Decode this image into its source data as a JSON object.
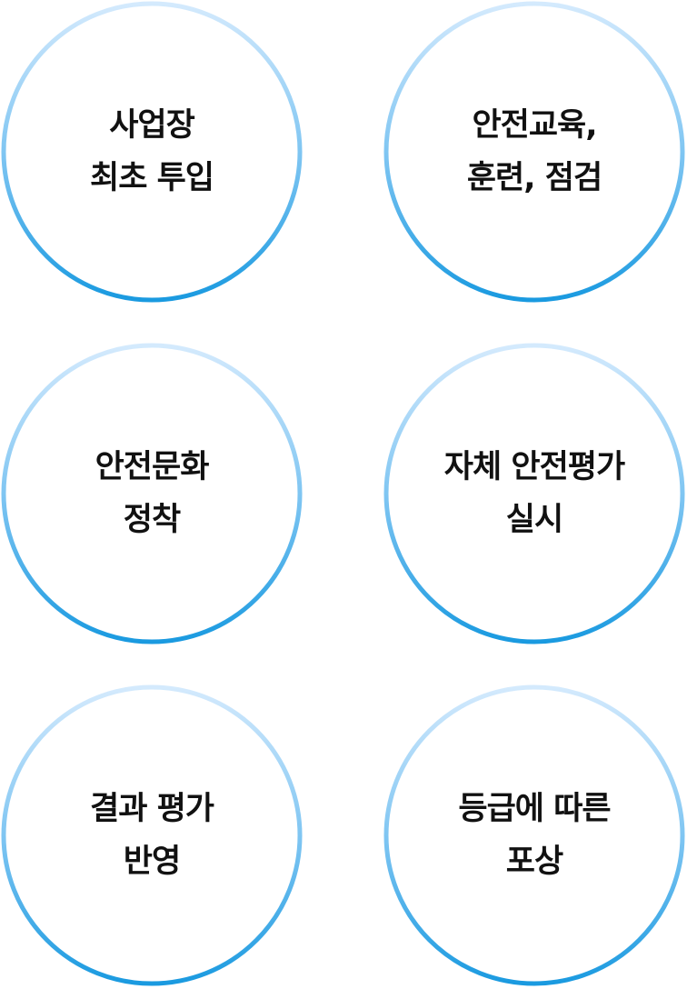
{
  "colors": {
    "ring_top": "#d4eafd",
    "ring_bottom": "#1a9ae0",
    "text": "#111111",
    "background": "#ffffff"
  },
  "steps": [
    {
      "line1": "사업장",
      "line2": "최초 투입"
    },
    {
      "line1": "안전교육,",
      "line2": "훈련, 점검"
    },
    {
      "line1": "안전문화",
      "line2": "정착"
    },
    {
      "line1": "자체 안전평가",
      "line2": "실시"
    },
    {
      "line1": "결과 평가",
      "line2": "반영"
    },
    {
      "line1": "등급에 따른",
      "line2": "포상"
    }
  ]
}
